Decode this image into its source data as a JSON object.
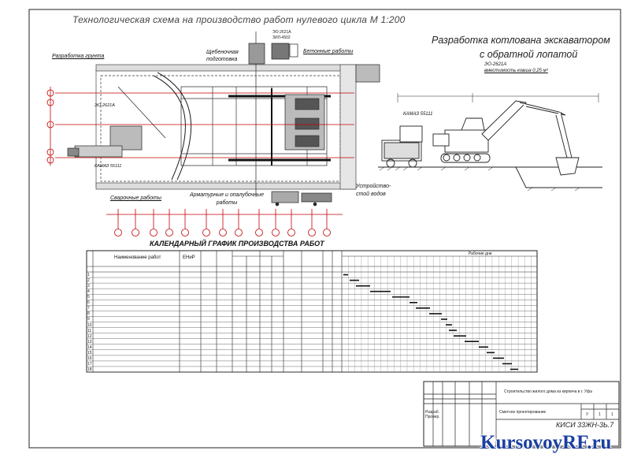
{
  "drawing": {
    "main_title": "Технологическая схема на производство работ нулевого цикла  М 1:200",
    "excavation_title_line1": "Разработка котлована экскаватором",
    "excavation_title_line2": "с обратной лопатой",
    "labels": {
      "soil_dev": "Разработка грунта",
      "gravel_prep": "Щебеночная подготовка",
      "concrete_works": "Бетонные работы",
      "crane_top": "ЭО-2621А",
      "crane_top2": "ЗИЛ-4502",
      "excavator_left": "ЭО-2621А",
      "truck_left": "КАМАЗ 55111",
      "welding": "Сварочные работы",
      "reinforcement": "Арматурные и опалубочные работы",
      "settler": "Устройство-стой водов",
      "excavator_right": "ЭО-2621А",
      "bucket_capacity": "вместимость ковша 0,25 м³",
      "truck_right": "КАМАЗ 55111"
    },
    "axis_marks": [
      "1",
      "2",
      "3",
      "4",
      "5",
      "6",
      "7",
      "8",
      "9",
      "10",
      "11",
      "12",
      "13",
      "14"
    ]
  },
  "schedule": {
    "title": "КАЛЕНДАРНЫЙ ГРАФИК ПРОИЗВОДСТВА РАБОТ",
    "col_name": "Наименование работ",
    "col_enir": "ЕНиР",
    "col_days": "Рабочие дни",
    "row_numbers": [
      "1",
      "2",
      "3",
      "4",
      "5",
      "6",
      "7",
      "8",
      "9",
      "10",
      "11",
      "12",
      "13",
      "14",
      "15",
      "16",
      "17",
      "18"
    ]
  },
  "stamp": {
    "line1": "Строительство жилого дома из кирпича в г. Уфа",
    "line2": "Сметное проектирование",
    "code": "КИСИ 33ЖН-3Ь.7",
    "dept": "Разраб. Провер.",
    "cell_u": "У",
    "cell_1": "1",
    "cell_2": "1"
  },
  "watermark": "KursovoyRF.ru"
}
